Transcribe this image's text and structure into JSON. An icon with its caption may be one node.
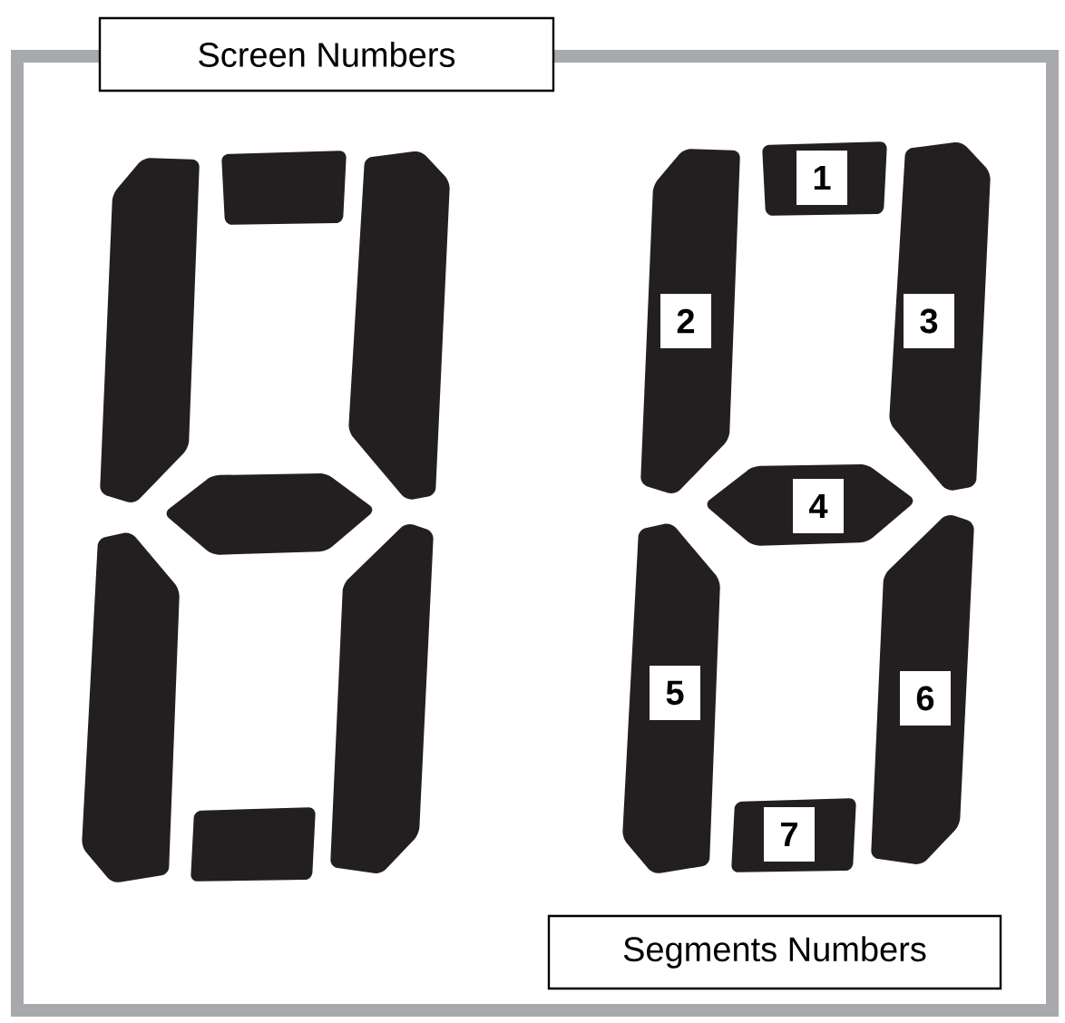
{
  "diagram": {
    "nodes": [
      {
        "text": [
          "Screen Numbers"
        ]
      },
      {
        "text": [],
        "shape": "bar"
      },
      {
        "text": [],
        "shape": "bar"
      },
      {
        "text": [],
        "shape": "bar"
      },
      {
        "text": [],
        "shape": "bar"
      },
      {
        "text": [],
        "shape": "bar"
      },
      {
        "text": [],
        "shape": "bar"
      },
      {
        "text": [],
        "shape": "bar"
      },
      {
        "text": [
          "1"
        ]
      },
      {
        "text": [
          "2"
        ]
      },
      {
        "text": [
          "3"
        ]
      },
      {
        "text": [
          "4"
        ]
      },
      {
        "text": [
          "5"
        ]
      },
      {
        "text": [
          "6"
        ]
      },
      {
        "text": [
          "7"
        ]
      },
      {
        "text": [
          "Segments Numbers"
        ]
      }
    ]
  }
}
